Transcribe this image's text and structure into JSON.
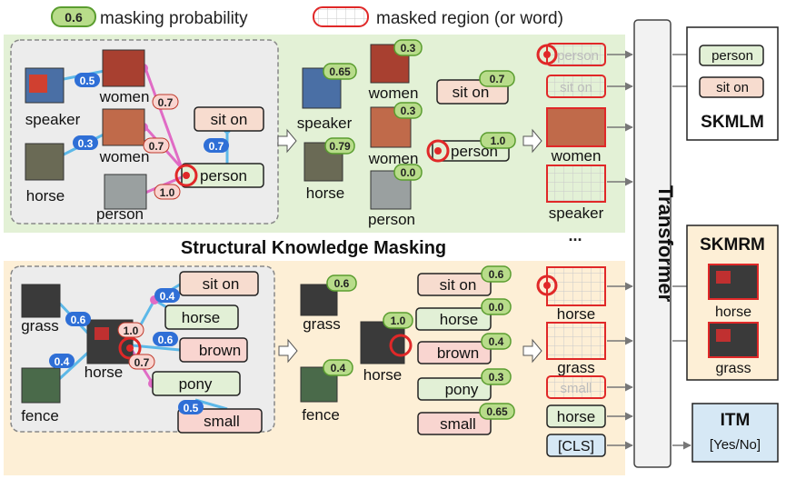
{
  "legend": {
    "prob_badge": "0.6",
    "prob_text": "masking probability",
    "masked_text": "masked region (or word)"
  },
  "middle_title": "Structural Knowledge Masking",
  "ellipsis": "...",
  "transformer_label": "Transformer",
  "top": {
    "graph": {
      "speaker": "speaker",
      "women1": "women",
      "women2": "women",
      "horse": "horse",
      "person": "person",
      "sit_on": "sit on",
      "person_node": "person",
      "edges": [
        "0.5",
        "0.7",
        "0.3",
        "0.7",
        "0.7",
        "1.0"
      ]
    },
    "sampled": {
      "speaker": "speaker",
      "speaker_p": "0.65",
      "horse": "horse",
      "horse_p": "0.79",
      "women1": "women",
      "women1_p": "0.3",
      "women2": "women",
      "women2_p": "0.3",
      "person_img": "person",
      "person_img_p": "0.0",
      "sit_on": "sit on",
      "sit_on_p": "0.7",
      "person_node": "person",
      "person_node_p": "1.0"
    },
    "inputs": {
      "person": "person",
      "sit_on": "sit on",
      "women": "women",
      "speaker": "speaker"
    }
  },
  "bottom": {
    "graph": {
      "grass": "grass",
      "fence": "fence",
      "horse_img": "horse",
      "sit_on": "sit on",
      "horse": "horse",
      "brown": "brown",
      "pony": "pony",
      "small": "small",
      "edges": [
        "0.6",
        "0.4",
        "1.0",
        "0.4",
        "0.6",
        "0.7",
        "0.5"
      ]
    },
    "sampled": {
      "grass": "grass",
      "grass_p": "0.6",
      "fence": "fence",
      "fence_p": "0.4",
      "horse_img": "horse",
      "horse_img_p": "1.0",
      "sit_on": "sit on",
      "sit_on_p": "0.6",
      "horse": "horse",
      "horse_p": "0.0",
      "brown": "brown",
      "brown_p": "0.4",
      "pony": "pony",
      "pony_p": "0.3",
      "small": "small",
      "small_p": "0.65"
    },
    "inputs": {
      "horse_img": "horse",
      "grass_img": "grass",
      "small": "small",
      "horse": "horse",
      "cls": "[CLS]"
    }
  },
  "outputs": {
    "skmlm": {
      "title": "SKMLM",
      "person": "person",
      "sit_on": "sit on"
    },
    "skmrm": {
      "title": "SKMRM",
      "horse": "horse",
      "grass": "grass"
    },
    "itm": {
      "title": "ITM",
      "sub": "[Yes/No]"
    }
  },
  "colors": {
    "green_panel": "#e3f1d6",
    "orange_panel": "#fdefd6",
    "green_box": "#e2f0d6",
    "green_border": "#5a9d2f",
    "pink_box": "#f9d5d0",
    "salmon_box": "#f7dccf",
    "blue_badge": "#2f6fd6",
    "red": "#e02828",
    "pink_edge": "#e06bc5",
    "blue_edge": "#5cb8e8",
    "itm_bg": "#d6e8f5"
  }
}
